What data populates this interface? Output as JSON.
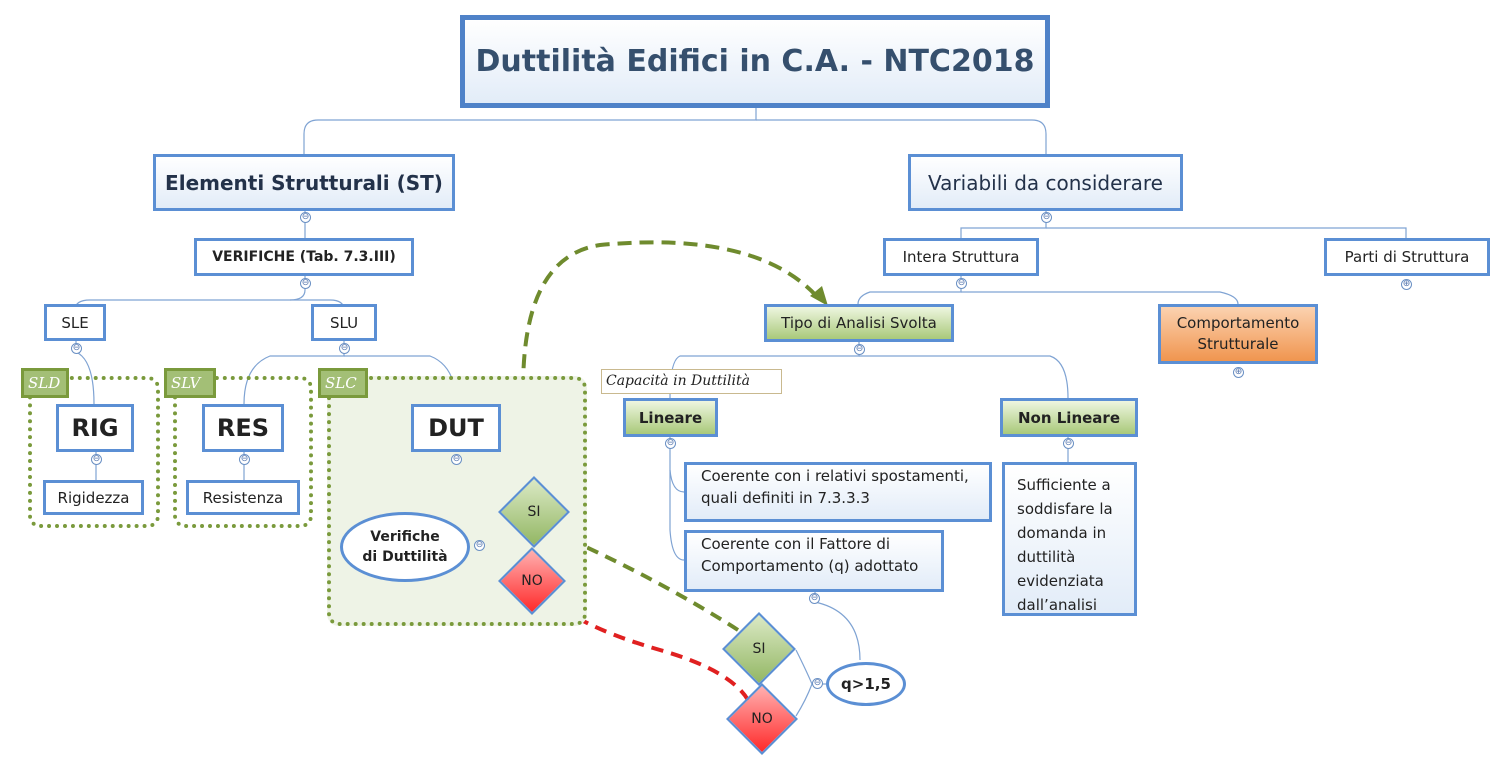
{
  "title": "Duttilità Edifici in C.A. - NTC2018",
  "left": {
    "main": "Elementi Strutturali (ST)",
    "verifiche": "VERIFICHE  (Tab. 7.3.III)",
    "sle": "SLE",
    "slu": "SLU",
    "groups": {
      "sld": {
        "tag": "SLD",
        "label": "RIG",
        "sub": "Rigidezza"
      },
      "slv": {
        "tag": "SLV",
        "label": "RES",
        "sub": "Resistenza"
      },
      "slc": {
        "tag": "SLC",
        "label": "DUT",
        "sub_line1": "Verifiche",
        "sub_line2": "di Duttilità",
        "si": "SI",
        "no": "NO"
      }
    }
  },
  "right": {
    "main": "Variabili da considerare",
    "intera": "Intera Struttura",
    "parti": "Parti di Struttura",
    "tipo": "Tipo di Analisi Svolta",
    "comportamento_line1": "Comportamento",
    "comportamento_line2": "Strutturale",
    "capacita": "Capacità in Duttilità",
    "lineare": "Lineare",
    "non_lineare": "Non Lineare",
    "coerente1_line1": "Coerente con i relativi spostamenti,",
    "coerente1_line2": "quali definiti in 7.3.3.3",
    "coerente2_line1": "Coerente con il Fattore di",
    "coerente2_line2": "Comportamento (q) adottato",
    "sufficiente": [
      "Sufficiente a",
      "soddisfare la",
      "domanda in",
      "duttilità",
      "evidenziata",
      "dall’analisi"
    ],
    "q": "q>1,5",
    "si": "SI",
    "no": "NO"
  },
  "colors": {
    "box_border": "#5b8fd4",
    "group_border": "#7a9a3c",
    "green_arrow": "#6f8b2e",
    "red_arrow": "#e02020",
    "no_fill": "#ff3030",
    "si_fill": "#a9c97a"
  }
}
